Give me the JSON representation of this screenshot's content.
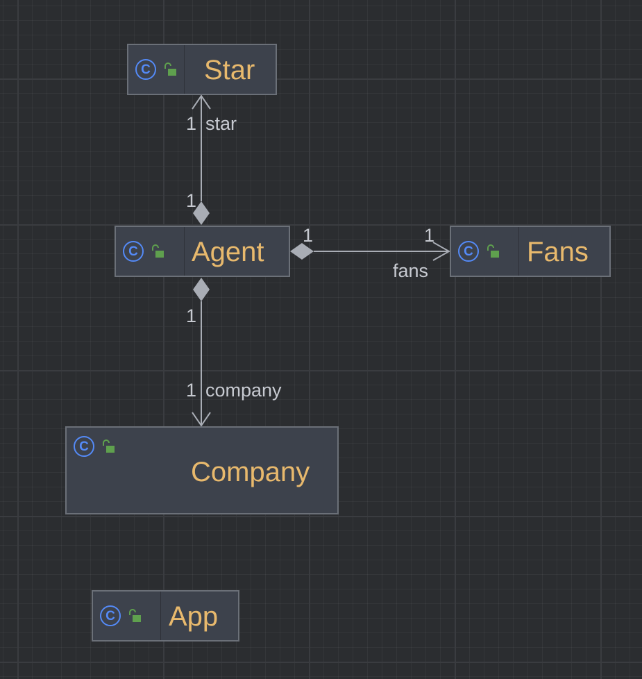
{
  "classes": [
    {
      "id": "star",
      "name": "Star",
      "type_icon": "class-icon",
      "visibility_icon": "public-lock-icon"
    },
    {
      "id": "agent",
      "name": "Agent",
      "type_icon": "class-icon",
      "visibility_icon": "public-lock-icon"
    },
    {
      "id": "fans",
      "name": "Fans",
      "type_icon": "class-icon",
      "visibility_icon": "public-lock-icon"
    },
    {
      "id": "company",
      "name": "Company",
      "type_icon": "class-icon",
      "visibility_icon": "public-lock-icon"
    },
    {
      "id": "app",
      "name": "App",
      "type_icon": "class-icon",
      "visibility_icon": "public-lock-icon"
    }
  ],
  "icon_glyph": "C",
  "relations": [
    {
      "from": "agent",
      "to": "star",
      "kind": "composition",
      "role": "star",
      "source_multiplicity": "1",
      "target_multiplicity": "1"
    },
    {
      "from": "agent",
      "to": "fans",
      "kind": "composition",
      "role": "fans",
      "source_multiplicity": "1",
      "target_multiplicity": "1"
    },
    {
      "from": "agent",
      "to": "company",
      "kind": "composition",
      "role": "company",
      "source_multiplicity": "1",
      "target_multiplicity": "1"
    }
  ],
  "colors": {
    "background": "#2b2d30",
    "node_fill": "#3d424c",
    "node_border": "#6b7078",
    "class_name": "#e8b96d",
    "class_icon": "#548af7",
    "lock_icon": "#5fa04e",
    "edge": "#a9adb5",
    "label": "#c7cad1"
  }
}
